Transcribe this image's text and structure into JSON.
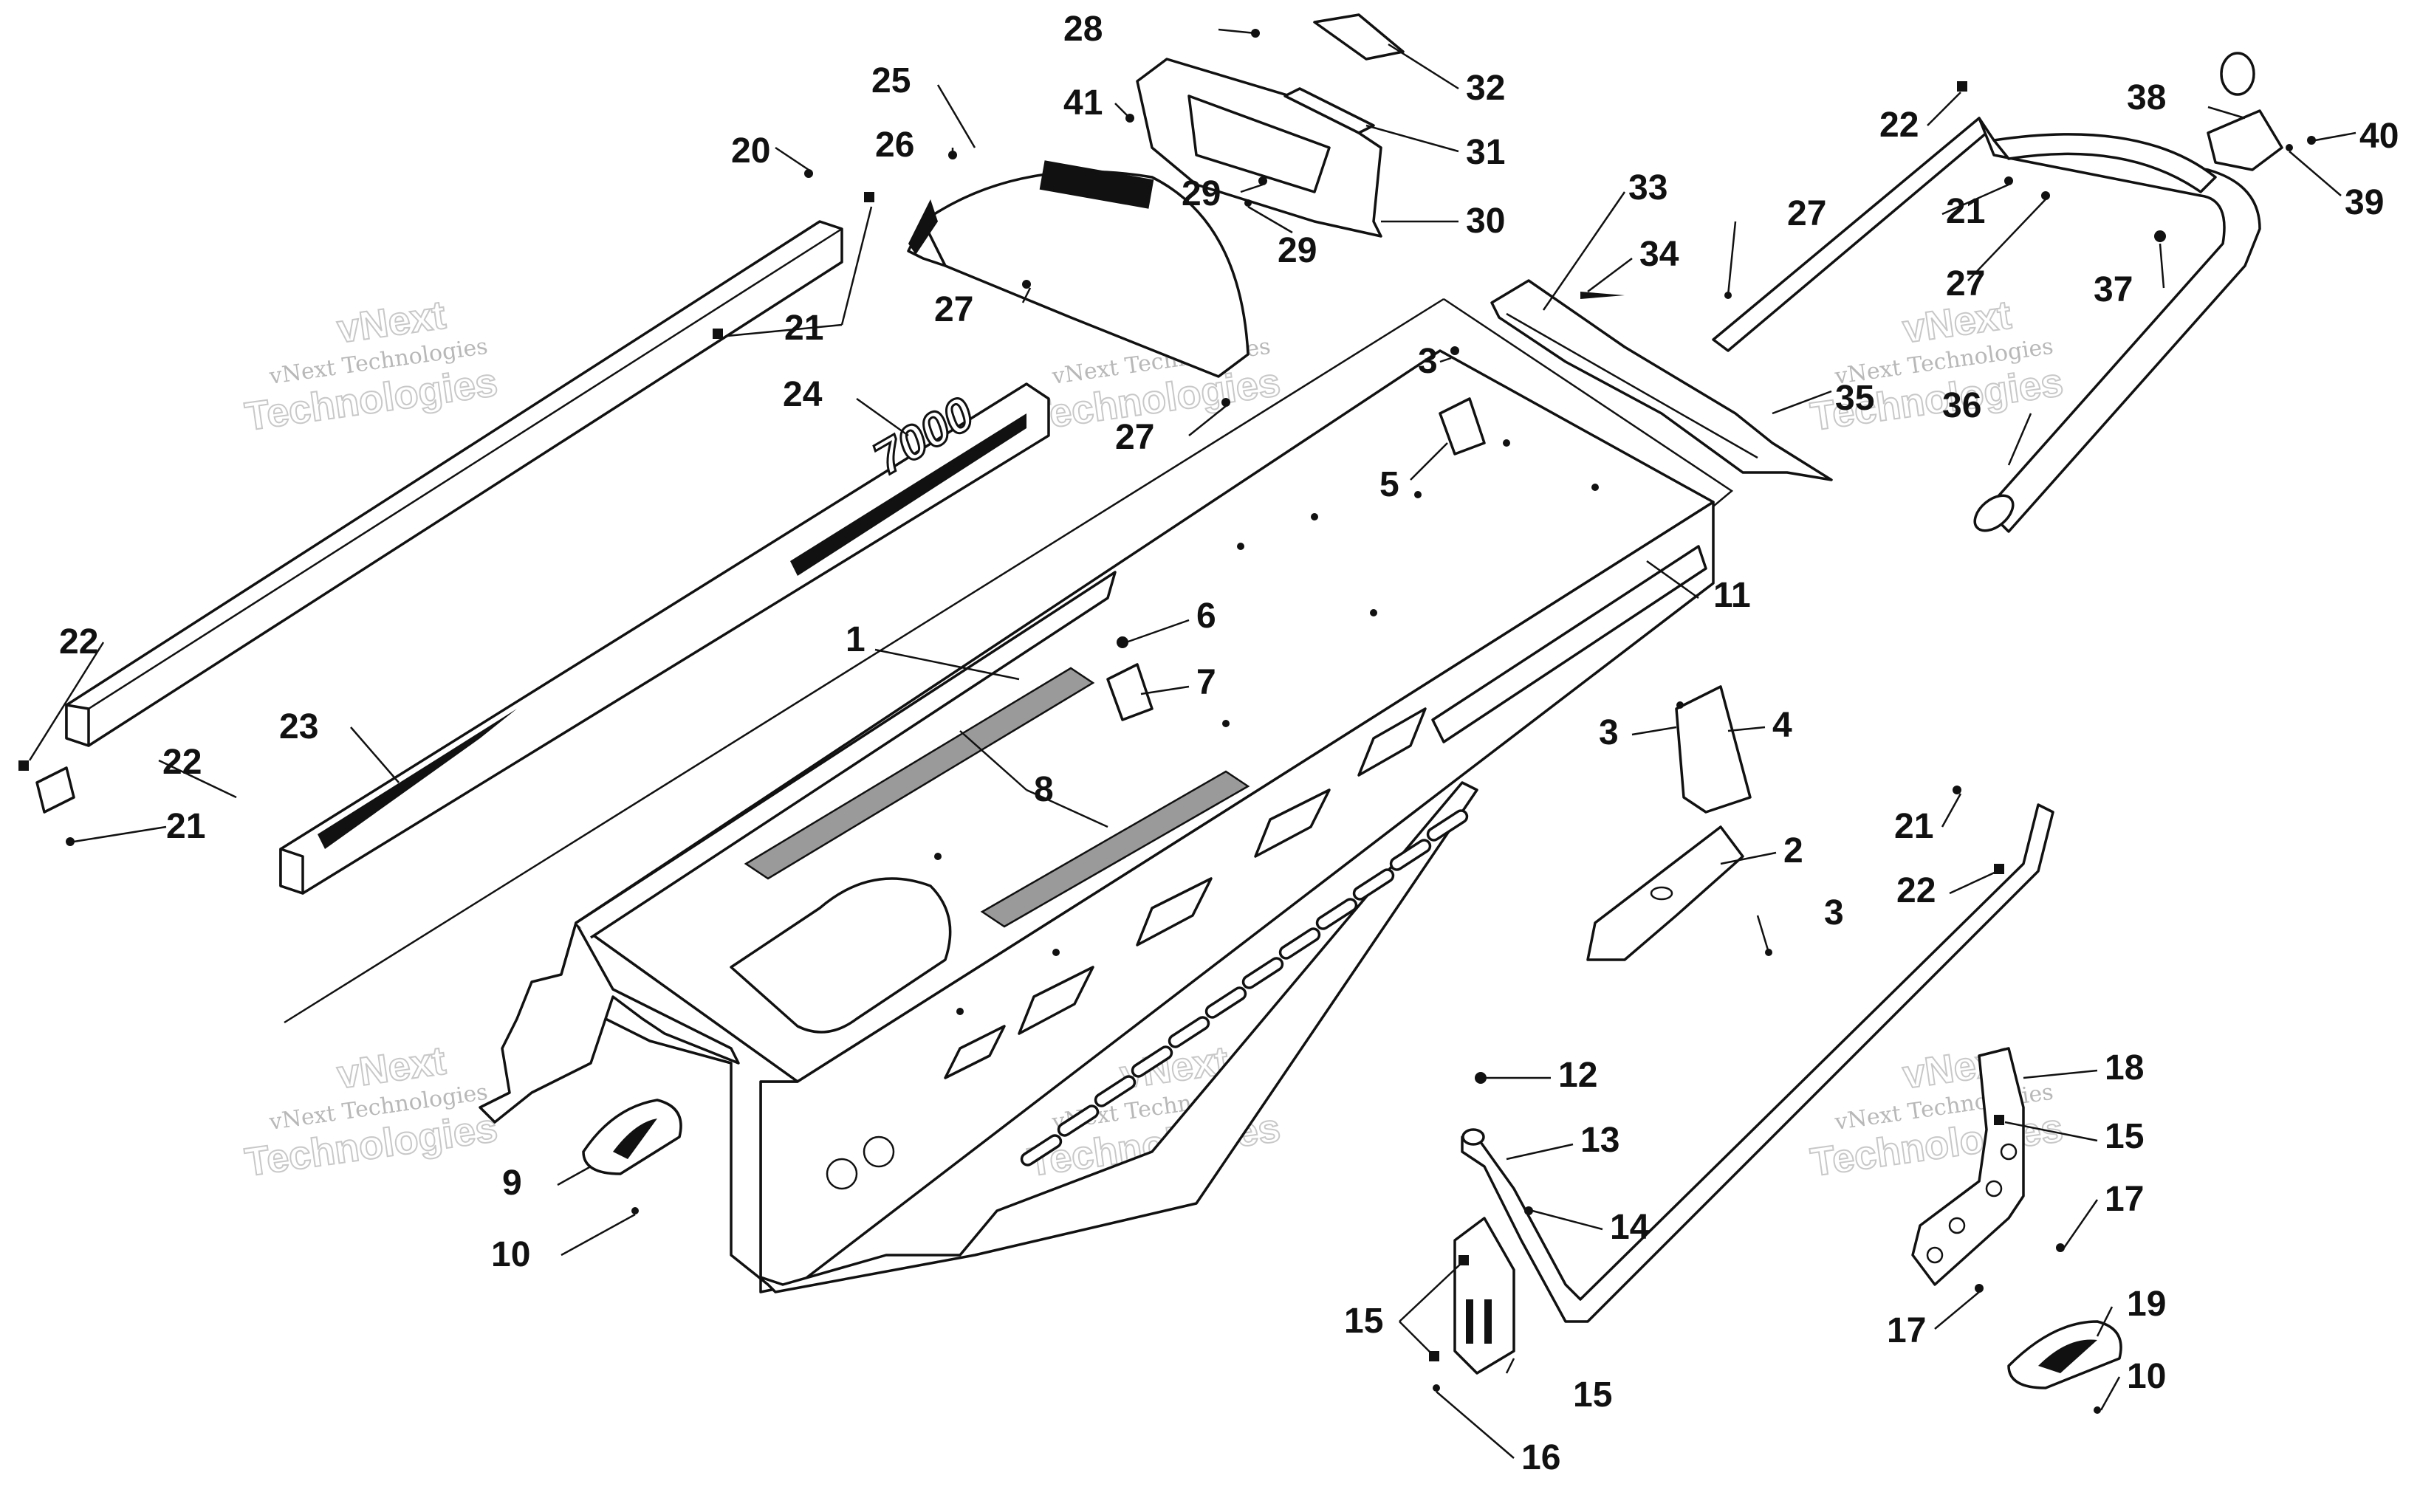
{
  "watermark": {
    "line1": "vNext",
    "line2": "vNext Technologies",
    "line3": "Technologies"
  },
  "decal_text": "7000",
  "callouts": [
    {
      "id": "c1",
      "label": "1"
    },
    {
      "id": "c2",
      "label": "2"
    },
    {
      "id": "c3a",
      "label": "3"
    },
    {
      "id": "c3b",
      "label": "3"
    },
    {
      "id": "c3c",
      "label": "3"
    },
    {
      "id": "c4",
      "label": "4"
    },
    {
      "id": "c5",
      "label": "5"
    },
    {
      "id": "c6",
      "label": "6"
    },
    {
      "id": "c7",
      "label": "7"
    },
    {
      "id": "c8",
      "label": "8"
    },
    {
      "id": "c9",
      "label": "9"
    },
    {
      "id": "c10a",
      "label": "10"
    },
    {
      "id": "c10b",
      "label": "10"
    },
    {
      "id": "c11",
      "label": "11"
    },
    {
      "id": "c12",
      "label": "12"
    },
    {
      "id": "c13",
      "label": "13"
    },
    {
      "id": "c14",
      "label": "14"
    },
    {
      "id": "c15a",
      "label": "15"
    },
    {
      "id": "c15b",
      "label": "15"
    },
    {
      "id": "c15c",
      "label": "15"
    },
    {
      "id": "c16",
      "label": "16"
    },
    {
      "id": "c17a",
      "label": "17"
    },
    {
      "id": "c17b",
      "label": "17"
    },
    {
      "id": "c18",
      "label": "18"
    },
    {
      "id": "c19",
      "label": "19"
    },
    {
      "id": "c20",
      "label": "20"
    },
    {
      "id": "c21a",
      "label": "21"
    },
    {
      "id": "c21b",
      "label": "21"
    },
    {
      "id": "c21c",
      "label": "21"
    },
    {
      "id": "c21d",
      "label": "21"
    },
    {
      "id": "c22a",
      "label": "22"
    },
    {
      "id": "c22b",
      "label": "22"
    },
    {
      "id": "c22c",
      "label": "22"
    },
    {
      "id": "c22d",
      "label": "22"
    },
    {
      "id": "c23",
      "label": "23"
    },
    {
      "id": "c24",
      "label": "24"
    },
    {
      "id": "c25",
      "label": "25"
    },
    {
      "id": "c26",
      "label": "26"
    },
    {
      "id": "c27a",
      "label": "27"
    },
    {
      "id": "c27b",
      "label": "27"
    },
    {
      "id": "c27c",
      "label": "27"
    },
    {
      "id": "c27d",
      "label": "27"
    },
    {
      "id": "c28",
      "label": "28"
    },
    {
      "id": "c29a",
      "label": "29"
    },
    {
      "id": "c29b",
      "label": "29"
    },
    {
      "id": "c30",
      "label": "30"
    },
    {
      "id": "c31",
      "label": "31"
    },
    {
      "id": "c32",
      "label": "32"
    },
    {
      "id": "c33",
      "label": "33"
    },
    {
      "id": "c34",
      "label": "34"
    },
    {
      "id": "c35",
      "label": "35"
    },
    {
      "id": "c36",
      "label": "36"
    },
    {
      "id": "c37",
      "label": "37"
    },
    {
      "id": "c38",
      "label": "38"
    },
    {
      "id": "c39",
      "label": "39"
    },
    {
      "id": "c40",
      "label": "40"
    },
    {
      "id": "c41",
      "label": "41"
    }
  ]
}
